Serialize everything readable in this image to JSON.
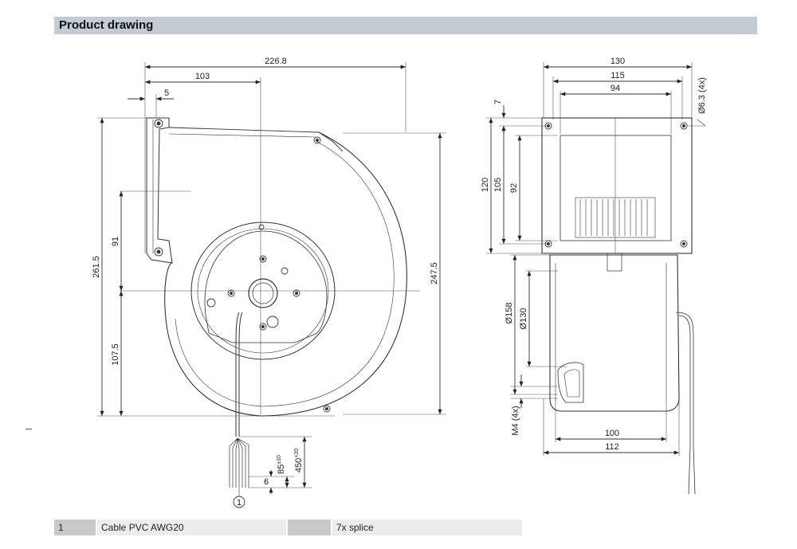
{
  "header": {
    "title": "Product drawing"
  },
  "front_view": {
    "dims": {
      "overall_width": "226.8",
      "outlet_offset": "103",
      "flange_thickness": "5",
      "overall_height": "261.5",
      "right_height": "247.5",
      "upper_height": "91",
      "lower_height": "107.5",
      "cable_length": "450",
      "cable_length_tol": "+20",
      "strip_length": "85",
      "strip_length_tol": "±10",
      "wire_end": "6"
    },
    "callout": "1"
  },
  "side_view": {
    "dims": {
      "width_130": "130",
      "width_115": "115",
      "width_94": "94",
      "hole": "Ø6.3 (4x)",
      "offset_7": "7",
      "height_120": "120",
      "height_105": "105",
      "height_92": "92",
      "dia_158": "Ø158",
      "dia_130": "Ø130",
      "thread": "M4 (4x)",
      "bottom_100": "100",
      "bottom_112": "112"
    }
  },
  "legend": {
    "number": "1",
    "description": "Cable PVC AWG20",
    "note": "7x splice"
  }
}
